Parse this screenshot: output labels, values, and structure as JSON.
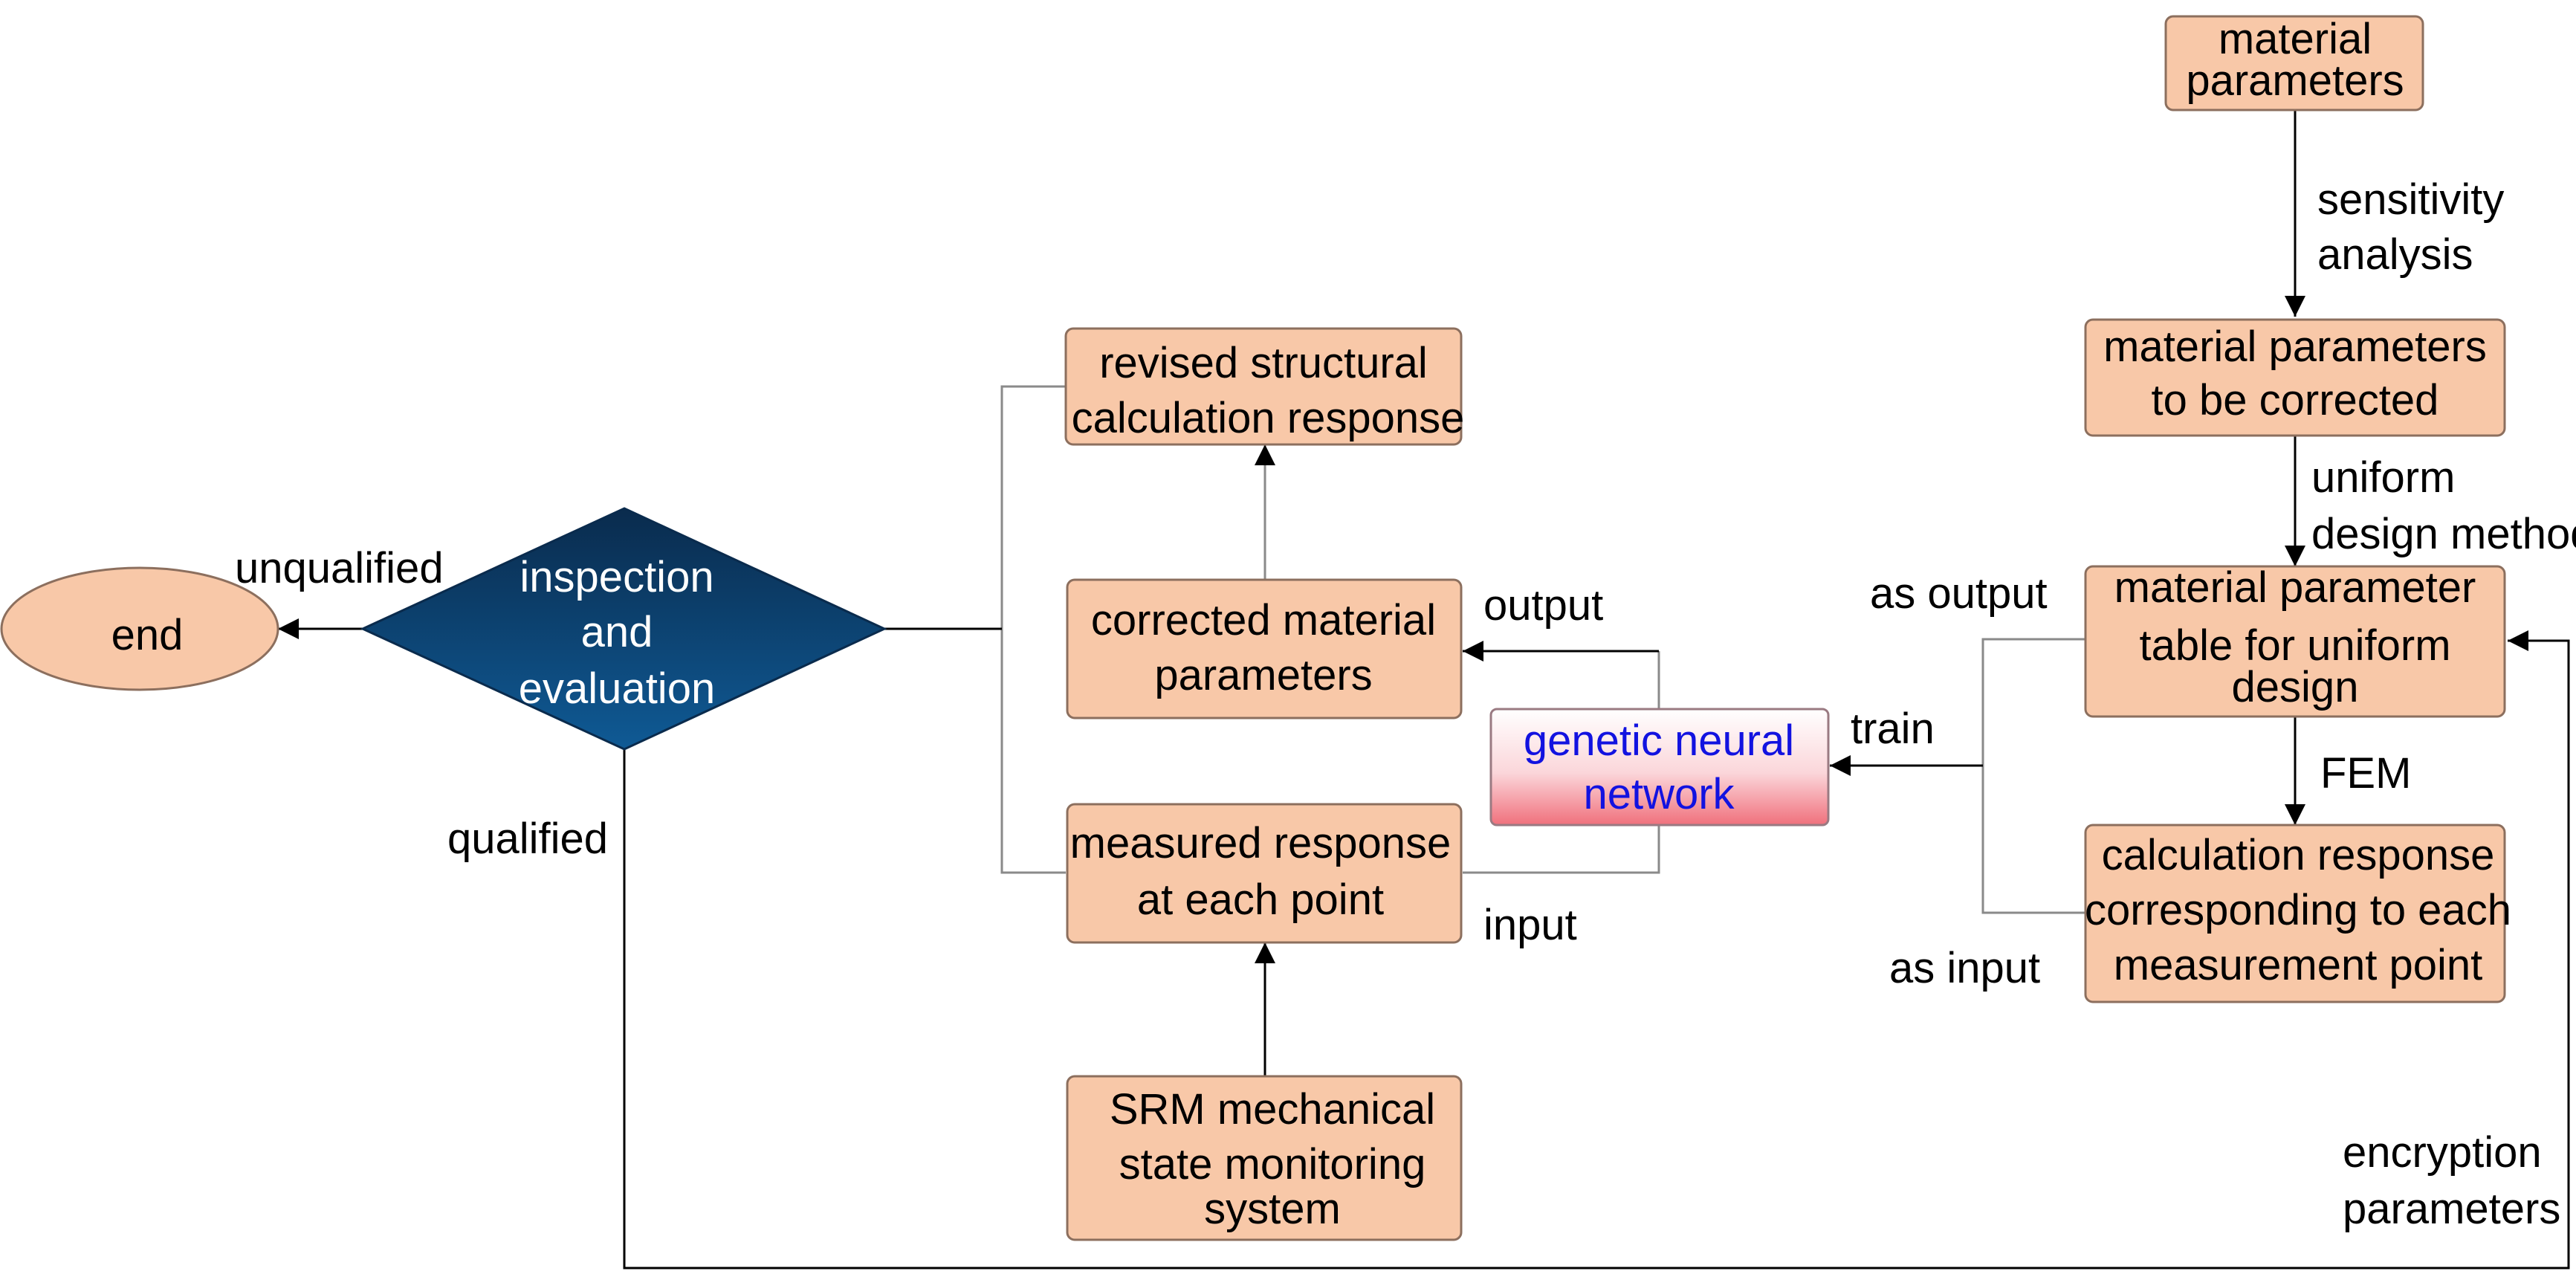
{
  "nodes": {
    "material_parameters": [
      "material",
      "parameters"
    ],
    "params_to_correct": [
      "material parameters",
      "to be corrected"
    ],
    "uniform_table": [
      "material parameter",
      "table for uniform",
      "design"
    ],
    "calc_response": [
      "calculation response",
      "corresponding to each",
      "measurement point"
    ],
    "genetic_nn": [
      "genetic neural",
      "network"
    ],
    "corrected_params": [
      "corrected material",
      "parameters"
    ],
    "revised_response": [
      "revised structural",
      "calculation response"
    ],
    "measured_response": [
      "measured response",
      "at each point"
    ],
    "srm_system": [
      "SRM mechanical",
      "state monitoring",
      "system"
    ],
    "inspection": [
      "inspection",
      "and",
      "evaluation"
    ],
    "end": [
      "end"
    ]
  },
  "edge_labels": {
    "sensitivity": [
      "sensitivity",
      "analysis"
    ],
    "uniform_method": [
      "uniform",
      "design method"
    ],
    "fem": "FEM",
    "as_output": "as output",
    "as_input": "as input",
    "train": "train",
    "output": "output",
    "input": "input",
    "unqualified": "unqualified",
    "qualified": "qualified",
    "encryption": [
      "encryption",
      "parameters"
    ]
  },
  "colors": {
    "box_fill": "#f8c8a8",
    "diamond_top": "#0a2b4d",
    "diamond_bottom": "#0f5a95",
    "nn_gradient_top": "#ffffff",
    "nn_gradient_bottom": "#f0707c",
    "nn_text": "#1212e0"
  }
}
